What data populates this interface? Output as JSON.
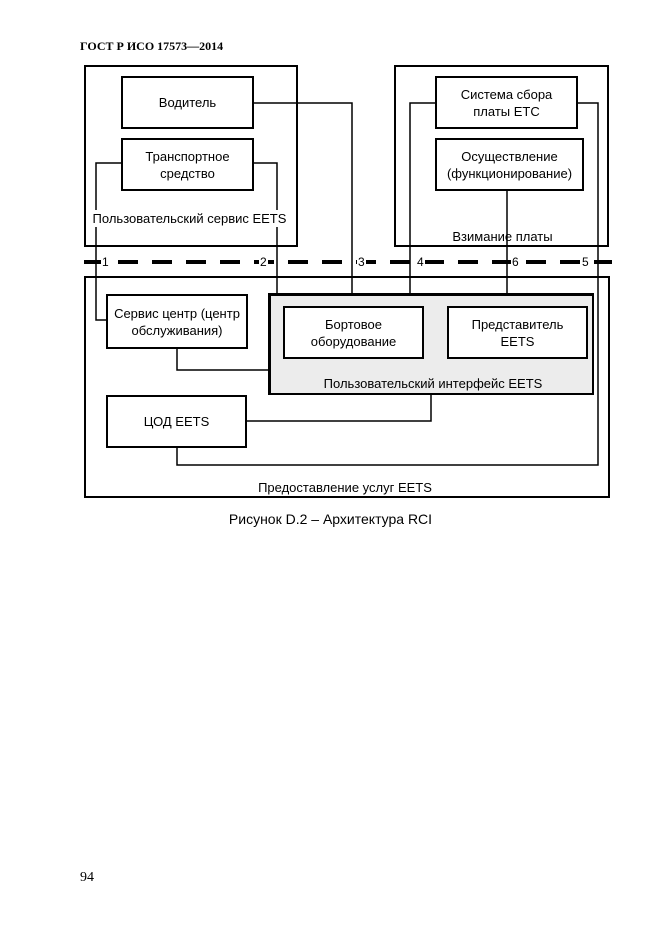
{
  "page": {
    "header": "ГОСТ Р ИСО 17573—2014",
    "page_number": "94",
    "caption": "Рисунок D.2 – Архитектура RCI"
  },
  "diagram": {
    "regions": {
      "user_service": "Пользовательский сервис EETS",
      "toll_charging": "Взимание платы",
      "eets_provision": "Предоставление услуг EETS",
      "user_interface": "Пользовательский интерфейс EETS"
    },
    "boxes": {
      "driver": "Водитель",
      "vehicle": "Транспортное средство",
      "etc_collection": "Система сбора платы ЕТС",
      "operation": "Осуществление (функционирование)",
      "service_center": "Сервис центр (центр обслуживания)",
      "onboard": "Бортовое оборудование",
      "representative": "Представитель EETS",
      "cod": "ЦОД EETS"
    },
    "interfaces": [
      "1",
      "2",
      "3",
      "4",
      "6",
      "5"
    ]
  }
}
